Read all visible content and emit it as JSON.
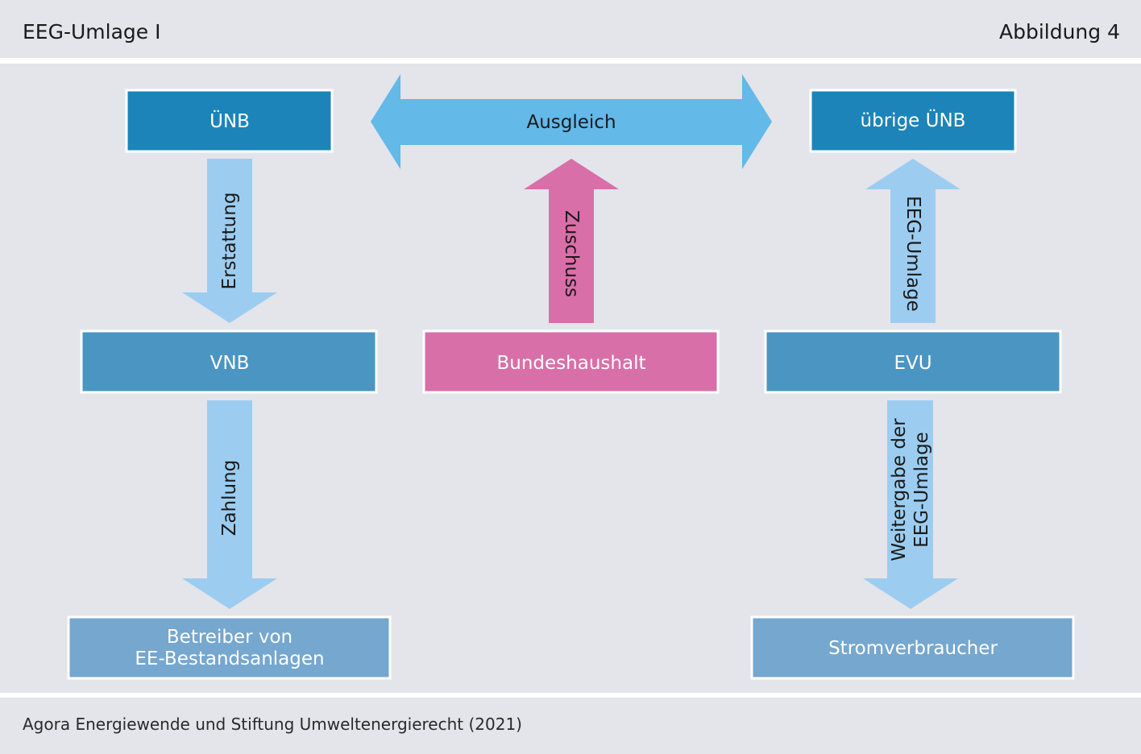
{
  "header": {
    "title": "EEG-Umlage I",
    "figure_number": "Abbildung 4"
  },
  "footer": {
    "source": "Agora Energiewende und Stiftung Umweltenergierecht (2021)"
  },
  "colors": {
    "dark_blue": "#1c84b8",
    "mid_blue": "#4b95c3",
    "light_blue": "#75a7cf",
    "arrow_light": "#9ccdf0",
    "arrow_strong": "#63b9e8",
    "pink": "#d96fa8",
    "background": "#e4e4eb"
  },
  "nodes": {
    "uenb": "ÜNB",
    "uebrige_uenb": "übrige ÜNB",
    "vnb": "VNB",
    "bundeshaushalt": "Bundeshaushalt",
    "evu": "EVU",
    "betreiber_line1": "Betreiber von",
    "betreiber_line2": "EE-Bestandsanlagen",
    "stromverbraucher": "Stromverbraucher"
  },
  "arrows": {
    "ausgleich": "Ausgleich",
    "erstattung": "Erstattung",
    "zuschuss": "Zuschuss",
    "eeg_umlage": "EEG-Umlage",
    "zahlung": "Zahlung",
    "weitergabe_line1": "Weitergabe der",
    "weitergabe_line2": "EEG-Umlage"
  }
}
